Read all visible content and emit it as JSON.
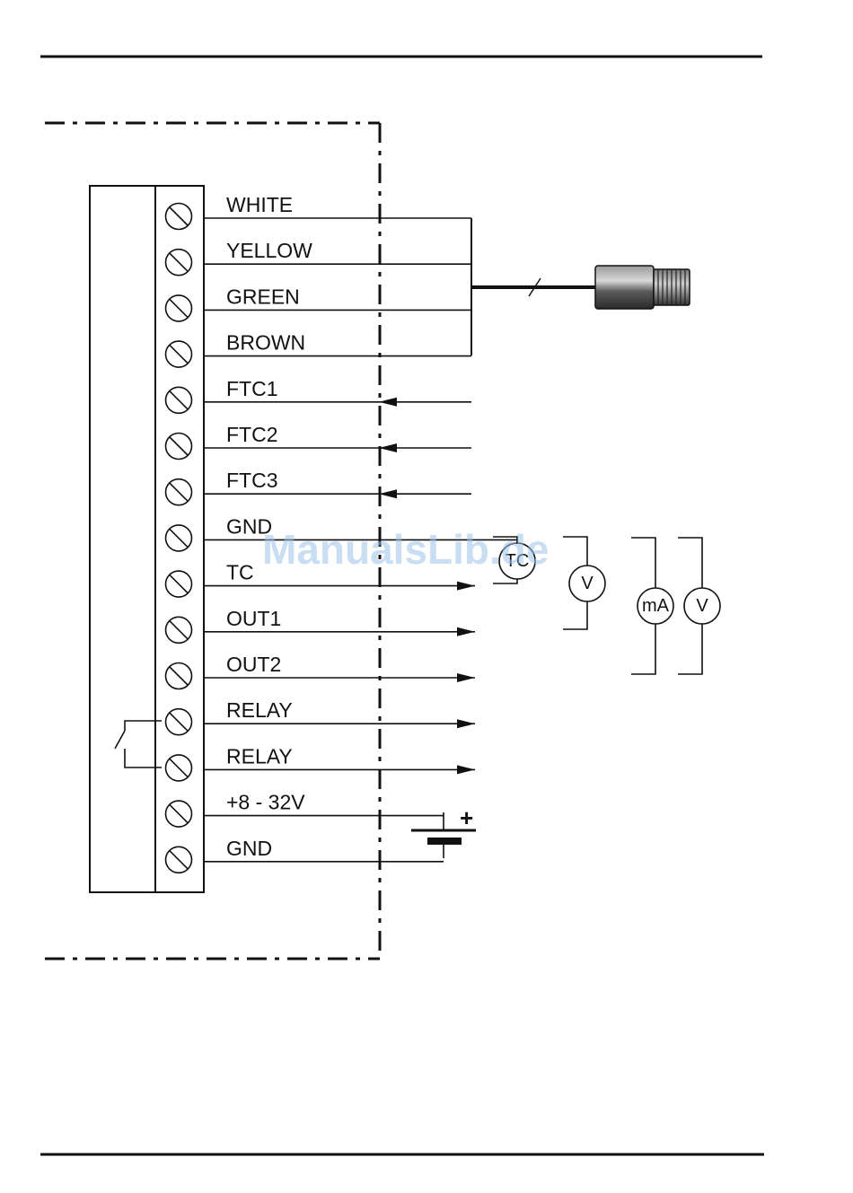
{
  "terminals": [
    {
      "label": "WHITE",
      "kind": "sensor"
    },
    {
      "label": "YELLOW",
      "kind": "sensor"
    },
    {
      "label": "GREEN",
      "kind": "sensor"
    },
    {
      "label": "BROWN",
      "kind": "sensor"
    },
    {
      "label": "FTC1",
      "kind": "in"
    },
    {
      "label": "FTC2",
      "kind": "in"
    },
    {
      "label": "FTC3",
      "kind": "in"
    },
    {
      "label": "GND",
      "kind": "plain"
    },
    {
      "label": "TC",
      "kind": "out"
    },
    {
      "label": "OUT1",
      "kind": "out"
    },
    {
      "label": "OUT2",
      "kind": "out"
    },
    {
      "label": "RELAY",
      "kind": "out"
    },
    {
      "label": "RELAY",
      "kind": "out"
    },
    {
      "label": "+8 - 32V",
      "kind": "supply"
    },
    {
      "label": "GND",
      "kind": "supply"
    }
  ],
  "meters": {
    "tc": "TC",
    "v1": "V",
    "ma": "mA",
    "v2": "V"
  },
  "battery_plus": "+",
  "watermark": "ManualsLib.de",
  "colors": {
    "ink": "#111111",
    "watermark": "#9cc3ea"
  }
}
